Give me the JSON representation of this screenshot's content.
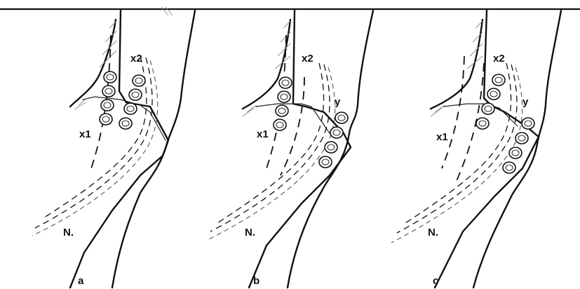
{
  "panels": [
    {
      "letter": "a",
      "nerve_label": "N.",
      "labels": [
        "x1",
        "x2"
      ]
    },
    {
      "letter": "b",
      "nerve_label": "N.",
      "labels": [
        "x1",
        "x2",
        "y"
      ]
    },
    {
      "letter": "c",
      "nerve_label": "N.",
      "labels": [
        "x1",
        "x2",
        "y"
      ]
    }
  ]
}
